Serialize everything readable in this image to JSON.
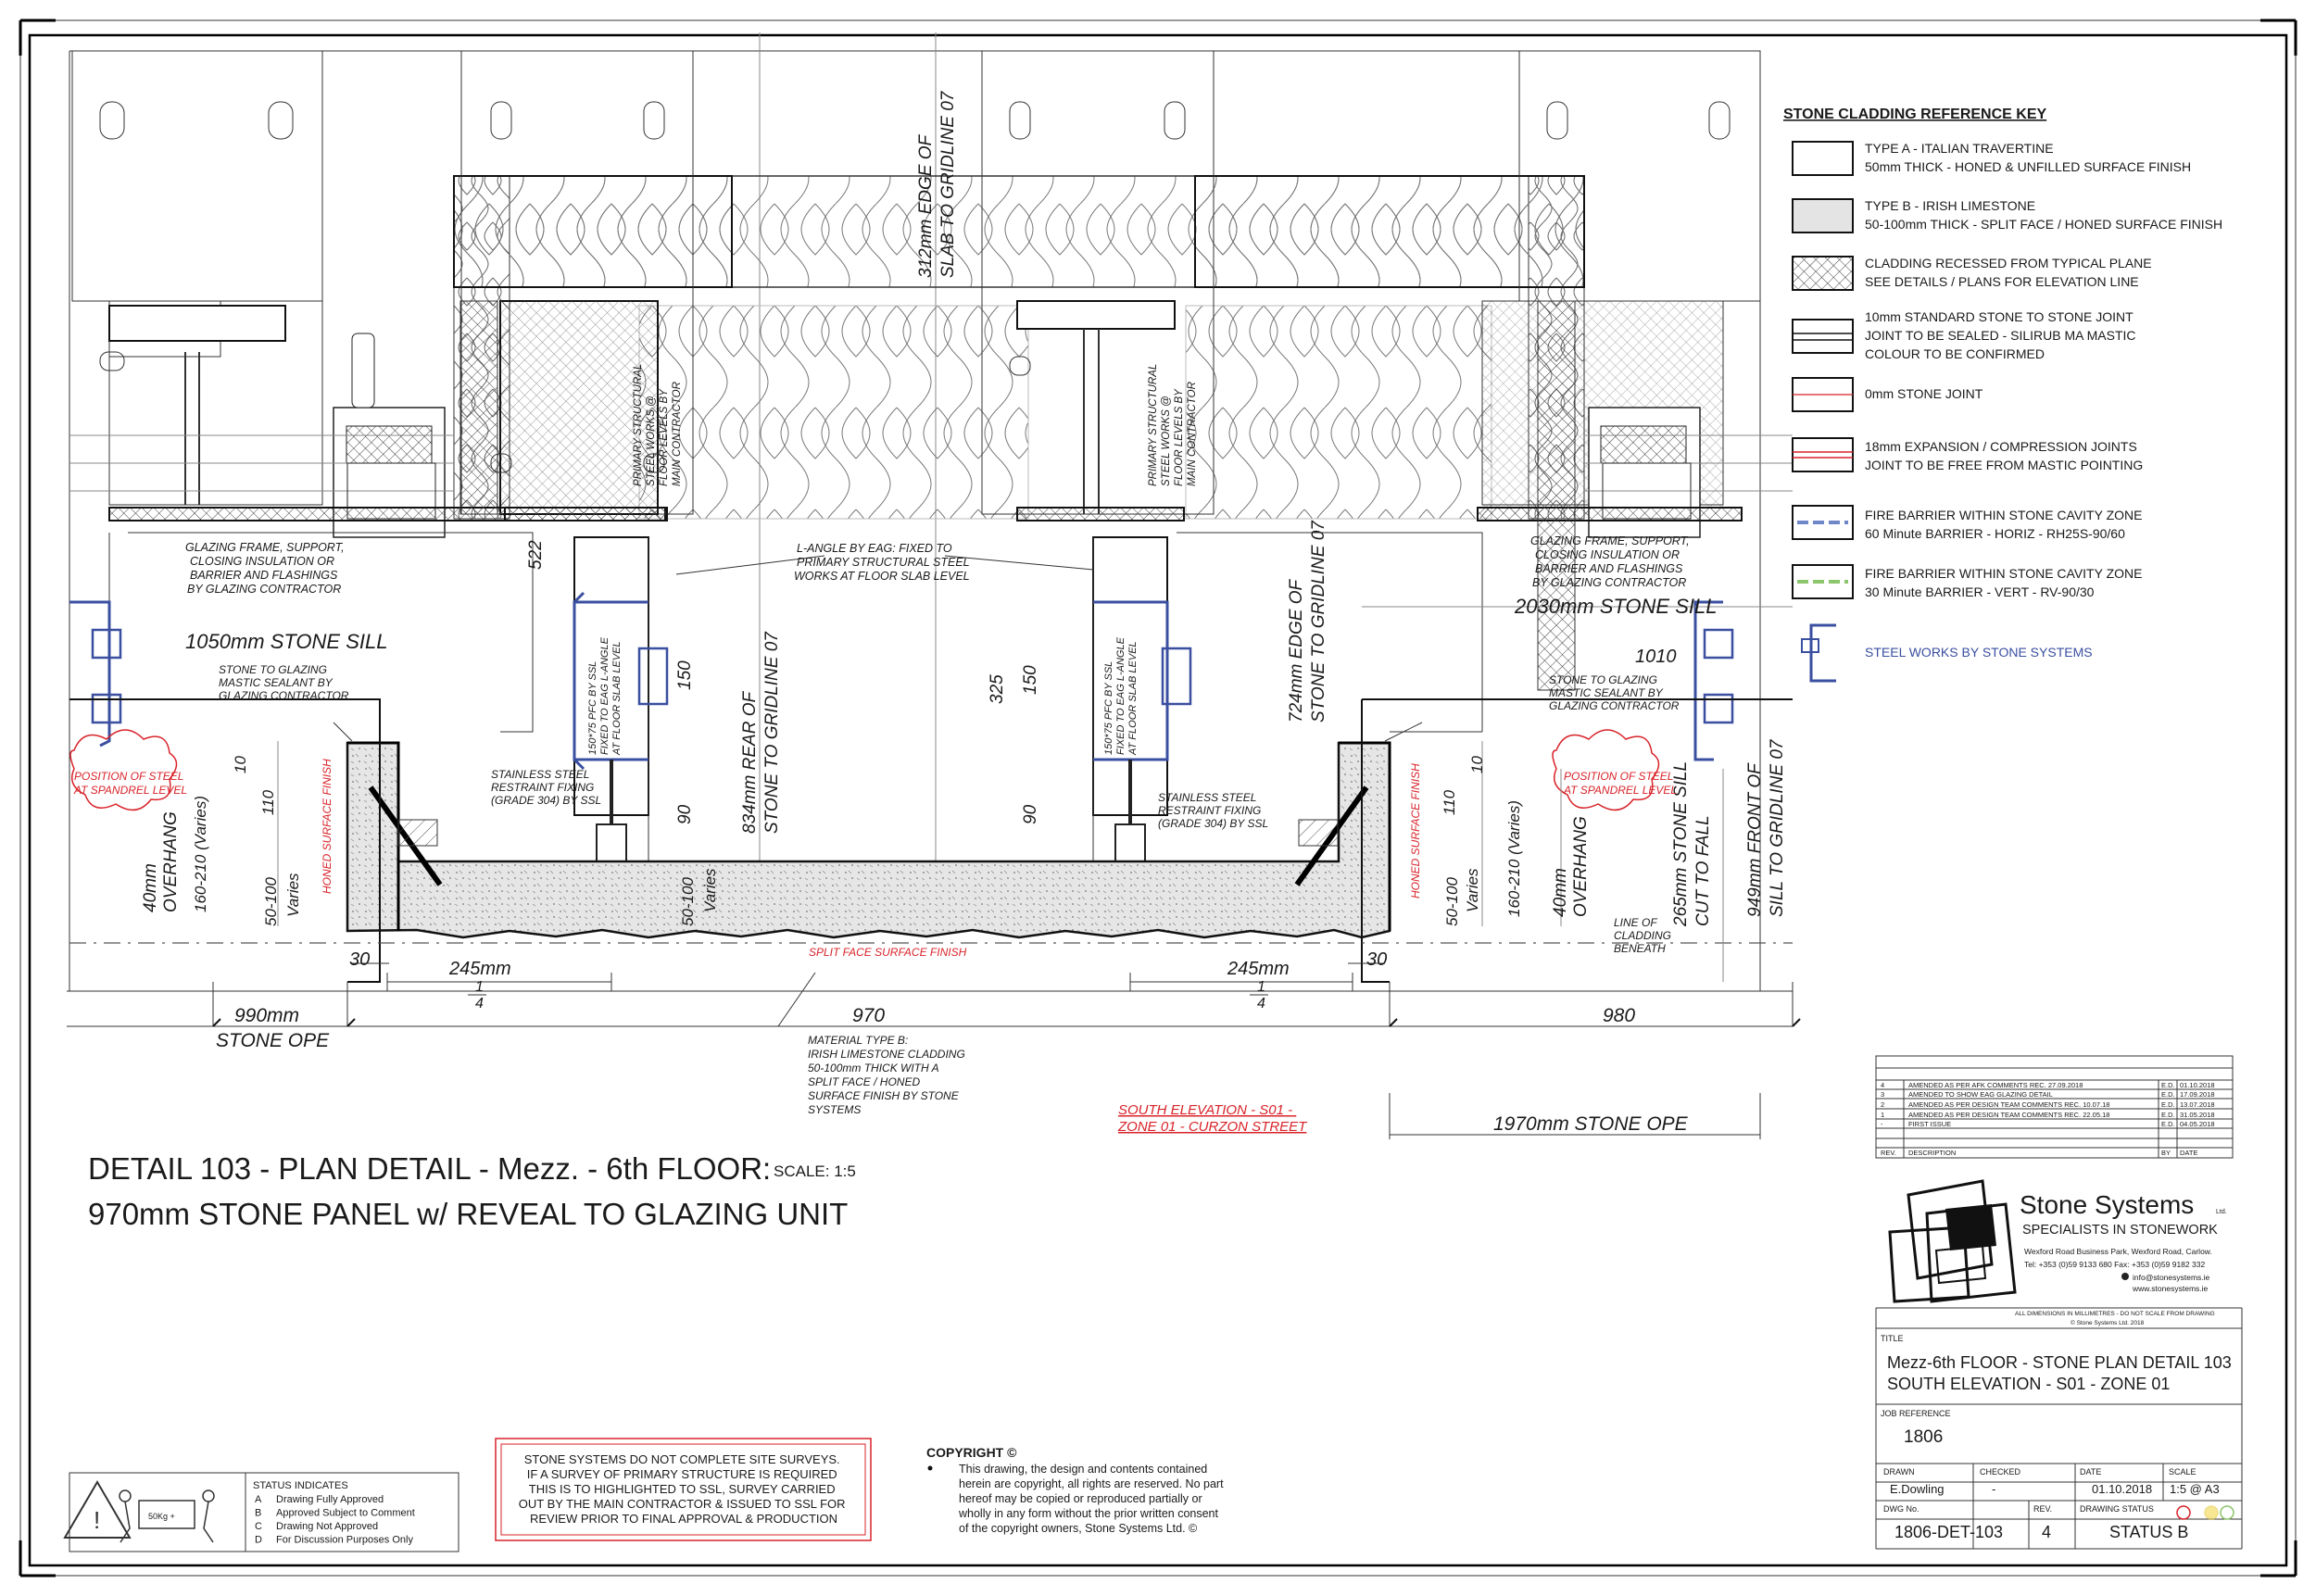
{
  "legend": {
    "title": "STONE CLADDING REFERENCE KEY",
    "items": [
      {
        "l1": "TYPE A - ITALIAN TRAVERTINE",
        "l2": "50mm THICK - HONED & UNFILLED SURFACE FINISH",
        "l3": ""
      },
      {
        "l1": "TYPE B - IRISH LIMESTONE",
        "l2": "50-100mm THICK - SPLIT FACE / HONED SURFACE FINISH",
        "l3": ""
      },
      {
        "l1": "CLADDING RECESSED FROM TYPICAL PLANE",
        "l2": "SEE DETAILS / PLANS FOR ELEVATION LINE",
        "l3": ""
      },
      {
        "l1": "10mm STANDARD STONE TO STONE JOINT",
        "l2": "JOINT TO BE SEALED - SILIRUB MA MASTIC",
        "l3": "COLOUR TO BE CONFIRMED"
      },
      {
        "l1": "0mm STONE JOINT",
        "l2": "",
        "l3": ""
      },
      {
        "l1": "18mm EXPANSION / COMPRESSION JOINTS",
        "l2": "JOINT TO BE FREE FROM MASTIC POINTING",
        "l3": ""
      },
      {
        "l1": "FIRE BARRIER WITHIN STONE CAVITY ZONE",
        "l2": "60 Minute BARRIER - HORIZ -  RH25S-90/60",
        "l3": ""
      },
      {
        "l1": "FIRE BARRIER WITHIN STONE CAVITY ZONE",
        "l2": "30 Minute BARRIER - VERT -  RV-90/30",
        "l3": ""
      },
      {
        "l1": "STEEL WORKS BY STONE SYSTEMS",
        "l2": "",
        "l3": ""
      }
    ],
    "colors": {
      "fire_horiz": "#6f86c9",
      "fire_vert": "#8cc56b",
      "steel": "#3a4fa0",
      "red_joint": "#d8232a"
    }
  },
  "detail": {
    "title_line1": "DETAIL 103 - PLAN DETAIL - Mezz. - 6th FLOOR:",
    "scale": "SCALE: 1:5",
    "title_line2": "970mm STONE PANEL w/ REVEAL TO GLAZING UNIT"
  },
  "annotations": {
    "glazing_left": [
      "GLAZING FRAME, SUPPORT,",
      "CLOSING INSULATION OR",
      "BARRIER AND FLASHINGS",
      "BY GLAZING CONTRACTOR"
    ],
    "glazing_right": [
      "GLAZING FRAME, SUPPORT,",
      "CLOSING INSULATION OR",
      "BARRIER AND FLASHINGS",
      "BY GLAZING CONTRACTOR"
    ],
    "l_angle": [
      "L-ANGLE BY EAG: FIXED TO",
      "PRIMARY STRUCTURAL STEEL",
      "WORKS AT FLOOR SLAB LEVEL"
    ],
    "mastic_left": [
      "STONE TO GLAZING",
      "MASTIC SEALANT BY",
      "GLAZING CONTRACTOR"
    ],
    "mastic_right": [
      "STONE TO GLAZING",
      "MASTIC SEALANT BY",
      "GLAZING CONTRACTOR"
    ],
    "restraint_left": [
      "STAINLESS STEEL",
      "RESTRAINT FIXING",
      "(GRADE 304) BY SSL"
    ],
    "restraint_right": [
      "STAINLESS STEEL",
      "RESTRAINT FIXING",
      "(GRADE 304) BY SSL"
    ],
    "primary_steel": [
      "PRIMARY STRUCTURAL",
      "STEEL WORKS @",
      "FLOOR LEVELS BY",
      "MAIN CONTRACTOR"
    ],
    "pfc": [
      "150*75 PFC BY SSL",
      "FIXED TO EAG L-ANGLE",
      "AT FLOOR SLAB LEVEL"
    ],
    "position_steel": [
      "POSITION OF STEEL",
      "AT SPANDREL LEVEL"
    ],
    "honed": "HONED SURFACE FINISH",
    "split_face": "SPLIT FACE SURFACE FINISH",
    "material": [
      "MATERIAL TYPE B:",
      "IRISH LIMESTONE CLADDING",
      "50-100mm THICK WITH A",
      "SPLIT FACE / HONED",
      "SURFACE FINISH BY STONE",
      "SYSTEMS"
    ],
    "south_elev": [
      "SOUTH ELEVATION - S01 -",
      "ZONE 01 - CURZON STREET"
    ],
    "line_cladding": [
      "LINE OF",
      "CLADDING",
      "BENEATH"
    ]
  },
  "dimensions": {
    "edge_slab_312": [
      "312mm EDGE OF",
      "SLAB TO GRIDLINE 07"
    ],
    "rear_834": [
      "834mm REAR OF",
      "STONE TO GRIDLINE 07"
    ],
    "edge_724": [
      "724mm EDGE OF",
      "STONE TO GRIDLINE 07"
    ],
    "front_949": [
      "949mm FRONT OF",
      "SILL TO GRIDLINE 07"
    ],
    "cut_265": [
      "265mm STONE SILL",
      "CUT TO FALL"
    ],
    "overhang": [
      "40mm",
      "OVERHANG"
    ],
    "sill_1050": "1050mm STONE SILL",
    "sill_2030": "2030mm STONE SILL",
    "d1010": "1010",
    "d522": "522",
    "d150": "150",
    "d325": "325",
    "d90": "90",
    "d10": "10",
    "d110": "110",
    "d160_210": "160-210 (Varies)",
    "d50_100": "50-100",
    "varies": "Varies",
    "d30": "30",
    "d245": "245mm",
    "quarter_num": "1",
    "quarter_den": "4",
    "d990": "990mm",
    "stone_ope_l": "STONE OPE",
    "d970": "970",
    "d980": "980",
    "ope_1970": "1970mm STONE OPE"
  },
  "notices": {
    "survey": [
      "STONE SYSTEMS DO NOT COMPLETE SITE SURVEYS.",
      "IF A SURVEY OF PRIMARY STRUCTURE IS REQUIRED",
      "THIS IS TO HIGHLIGHTED TO SSL, SURVEY CARRIED",
      "OUT BY THE MAIN CONTRACTOR & ISSUED TO SSL FOR",
      "REVIEW PRIOR TO FINAL APPROVAL & PRODUCTION"
    ],
    "copyright_title": "COPYRIGHT ©",
    "copyright": [
      "This drawing, the design and contents contained",
      "herein are copyright, all rights are reserved. No part",
      "hereof may be copied or reproduced partially or",
      "wholly in any form without the prior written consent",
      "of the copyright owners, Stone Systems Ltd. ©"
    ],
    "status_title": "STATUS  INDICATES",
    "status": [
      {
        "k": "A",
        "v": "Drawing Fully Approved"
      },
      {
        "k": "B",
        "v": "Approved Subject to Comment"
      },
      {
        "k": "C",
        "v": "Drawing Not Approved"
      },
      {
        "k": "D",
        "v": "For Discussion Purposes Only"
      }
    ],
    "weight": "50Kg +"
  },
  "revisions": {
    "rows": [
      {
        "rev": "4",
        "desc": "AMENDED AS PER AFK COMMENTS REC. 27.09.2018",
        "by": "E.D.",
        "date": "01.10.2018"
      },
      {
        "rev": "3",
        "desc": "AMENDED TO SHOW EAG GLAZING DETAIL",
        "by": "E.D.",
        "date": "17.09.2018"
      },
      {
        "rev": "2",
        "desc": "AMENDED AS PER DESIGN TEAM COMMENTS REC. 10.07.18",
        "by": "E.D.",
        "date": "13.07.2018"
      },
      {
        "rev": "1",
        "desc": "AMENDED AS PER DESIGN TEAM COMMENTS REC. 22.05.18",
        "by": "E.D.",
        "date": "31.05.2018"
      },
      {
        "rev": "-",
        "desc": "FIRST ISSUE",
        "by": "E.D.",
        "date": "04.05.2018"
      }
    ],
    "header": {
      "rev": "REV.",
      "desc": "DESCRIPTION",
      "by": "BY",
      "date": "DATE"
    }
  },
  "company": {
    "name": "Stone Systems",
    "ltd": "Ltd.",
    "tagline": "SPECIALISTS IN STONEWORK",
    "address": "Wexford Road Business Park, Wexford Road, Carlow.",
    "tel": "Tel: +353 (0)59 9133 680    Fax: +353 (0)59 9182 332",
    "email": "info@stonesystems.ie",
    "web": "www.stonesystems.ie",
    "note1": "ALL DIMENSIONS IN MILLIMETRES - DO NOT SCALE FROM DRAWING",
    "note2": "© Stone Systems Ltd. 2018"
  },
  "title_block": {
    "title_label": "TITLE",
    "title1": "Mezz-6th FLOOR - STONE PLAN DETAIL 103",
    "title2": "SOUTH ELEVATION - S01 - ZONE 01",
    "job_label": "JOB REFERENCE",
    "job": "1806",
    "drawn_label": "DRAWN",
    "drawn": "E.Dowling",
    "checked_label": "CHECKED",
    "checked": "-",
    "date_label": "DATE",
    "date": "01.10.2018",
    "scale_label": "SCALE",
    "scale": "1:5 @ A3",
    "dwg_label": "DWG No.",
    "dwg": "1806-DET-103",
    "rev_label": "REV.",
    "rev": "4",
    "status_label": "DRAWING STATUS",
    "status": "STATUS  B",
    "status_colors": [
      "#d8232a",
      "#f2d64b",
      "#8cc56b"
    ]
  }
}
